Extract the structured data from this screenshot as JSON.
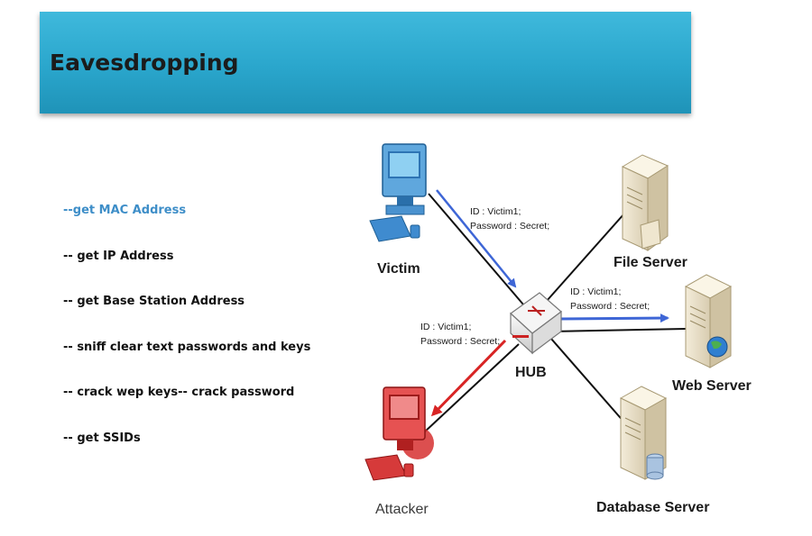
{
  "title": "Eavesdropping",
  "bullets": [
    "--get MAC Address",
    "-- get IP Address",
    "-- get Base Station Address",
    "-- sniff clear text passwords and keys",
    "-- crack wep keys-- crack password",
    "-- get SSIDs"
  ],
  "diagram": {
    "nodes": {
      "victim": "Victim",
      "hub": "HUB",
      "attacker": "Attacker",
      "file_server": "File Server",
      "web_server": "Web Server",
      "database_server": "Database Server"
    },
    "messages": {
      "victim_to_hub": {
        "id": "ID : Victim1;",
        "password": "Password : Secret;"
      },
      "hub_to_attacker": {
        "id": "ID : Victim1;",
        "password": "Password : Secret;"
      },
      "hub_to_web": {
        "id": "ID : Victim1;",
        "password": "Password : Secret;"
      }
    },
    "colors": {
      "title_bar": "#2aa6cc",
      "victim_flow": "#3e66d6",
      "attacker_flow": "#d82424",
      "attacker_device": "#d63030",
      "victim_device": "#2d8ad0"
    }
  }
}
